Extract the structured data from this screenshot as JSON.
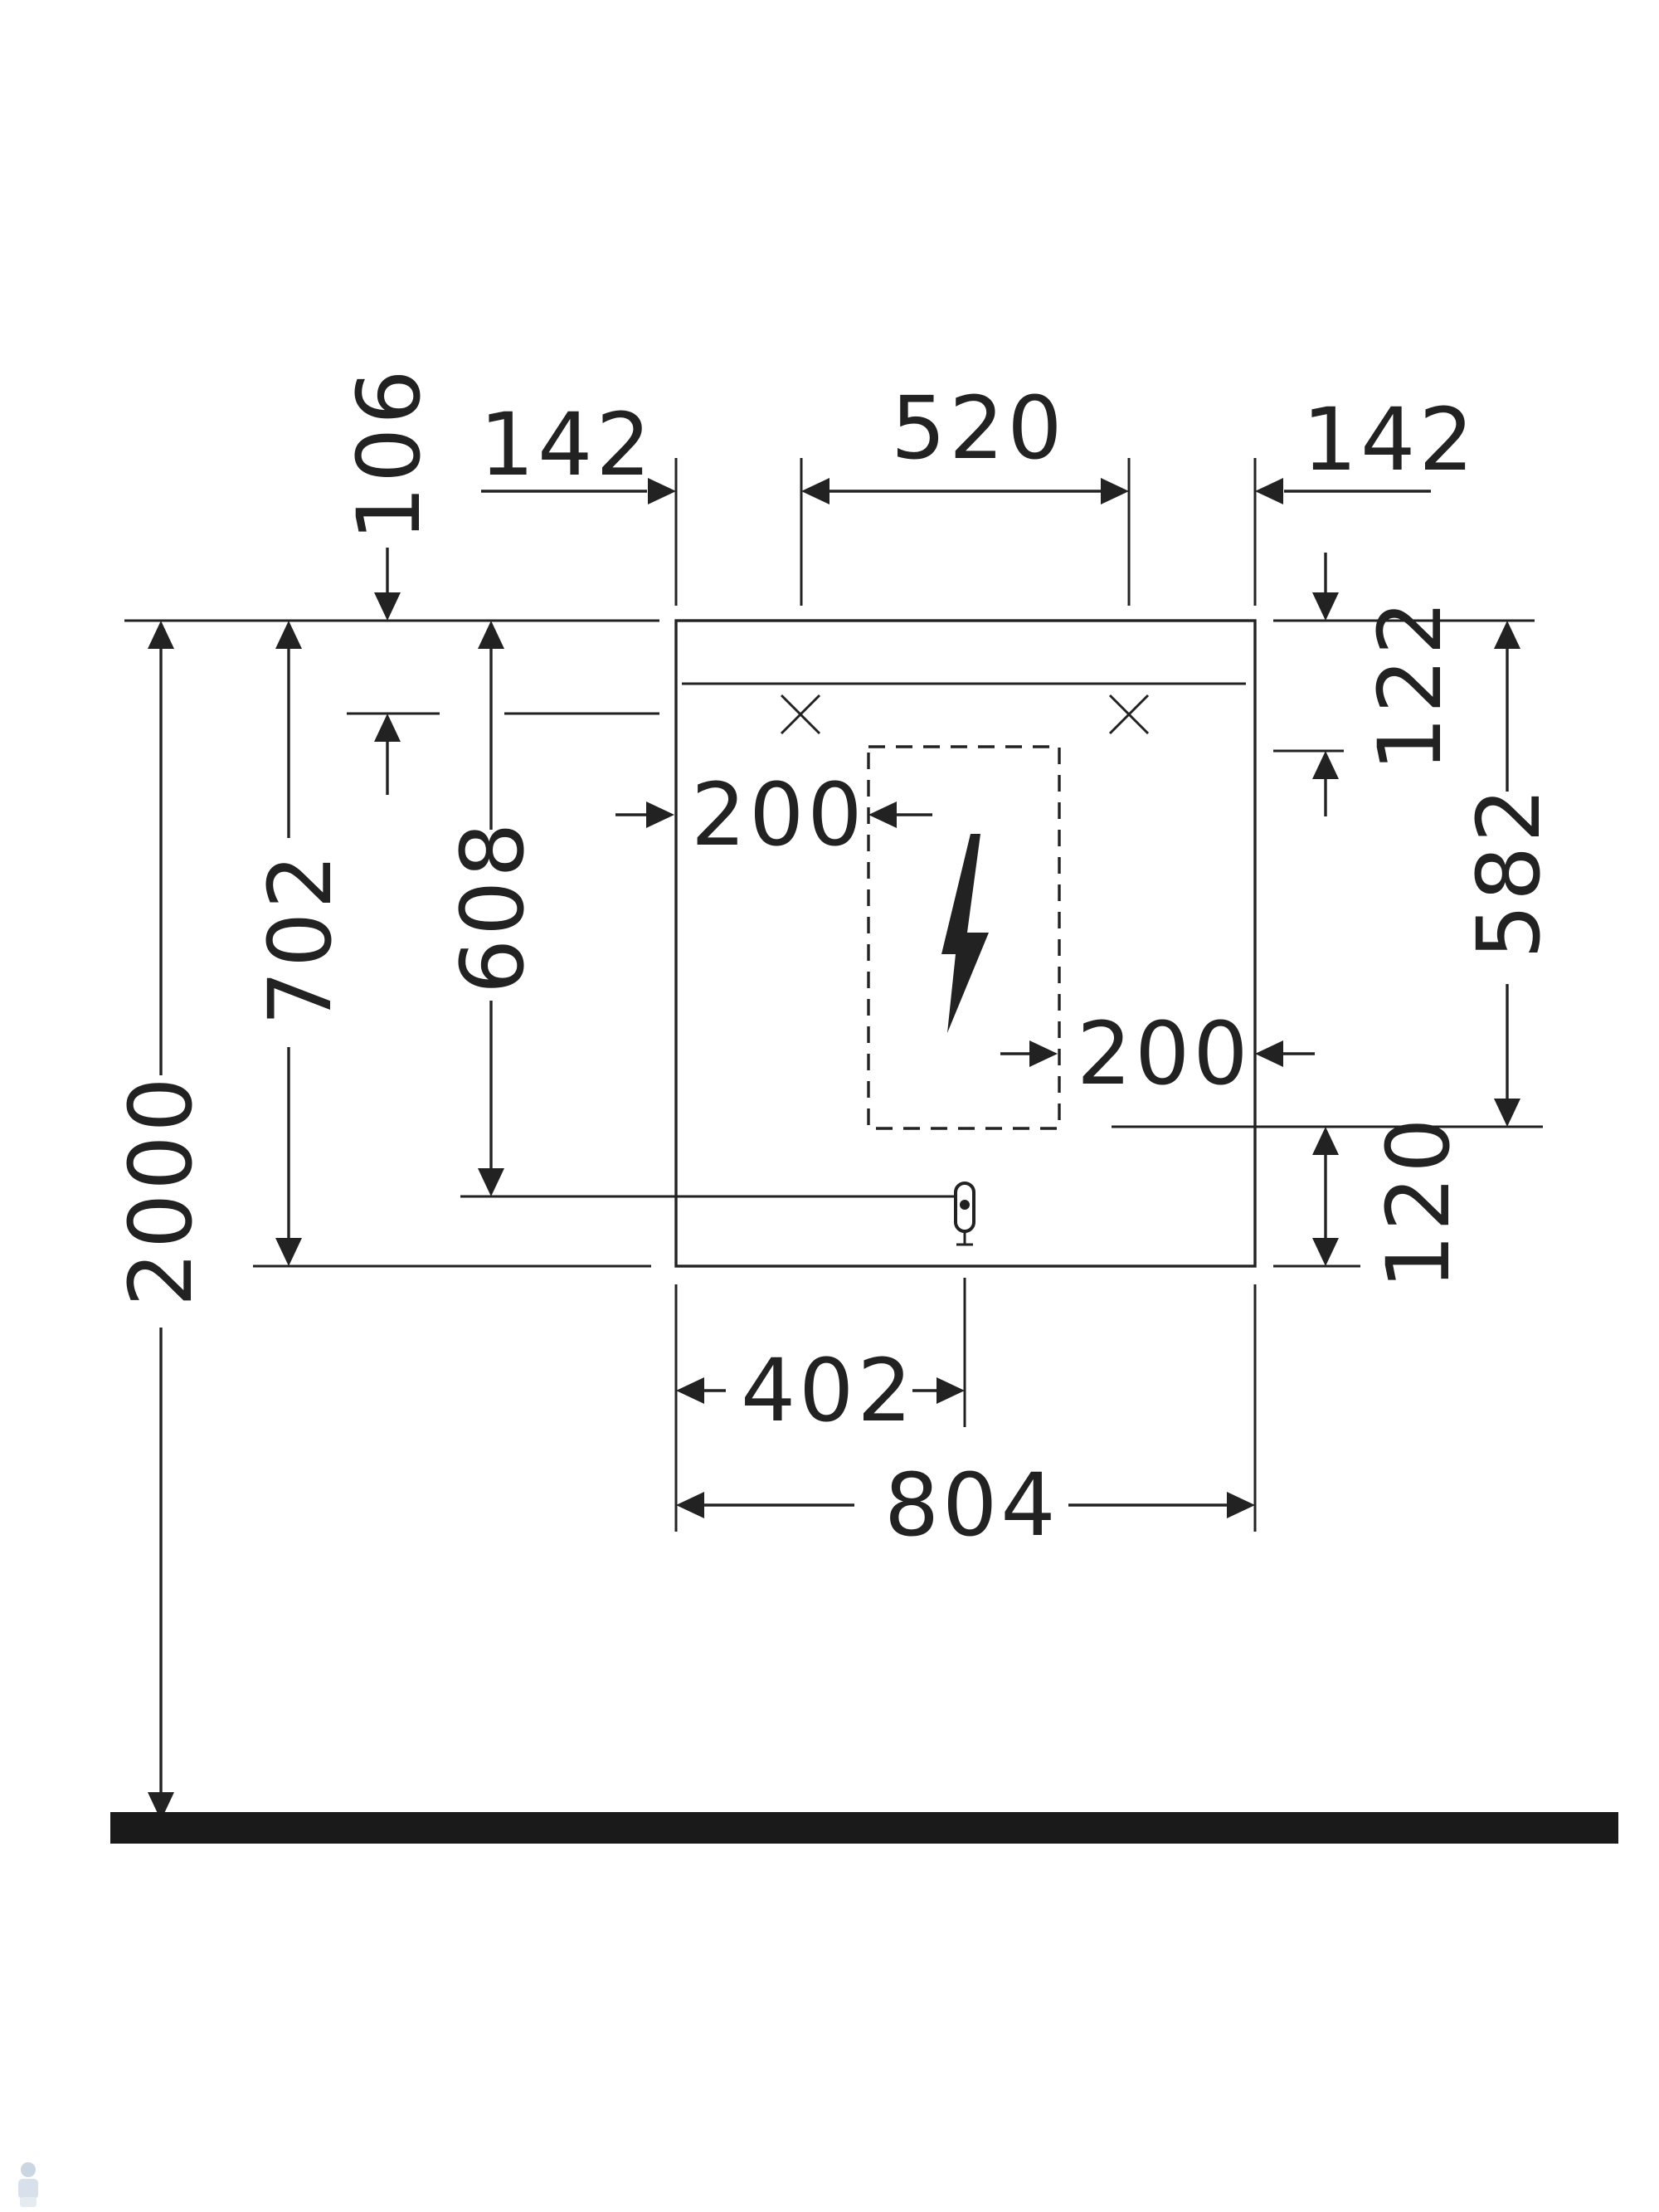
{
  "drawing": {
    "dimensions": {
      "top_left_clearance": "142",
      "top_center_span": "520",
      "top_right_clearance": "142",
      "top_offset": "106",
      "upper_right_offset": "122",
      "left_total_height": "2000",
      "left_mirror_height": "702",
      "left_outlet_height": "608",
      "right_box_height": "582",
      "right_bottom_offset": "120",
      "box_left_margin": "200",
      "box_right_margin": "200",
      "bottom_half_width": "402",
      "bottom_total_width": "804"
    },
    "colors": {
      "line": "#222222",
      "floor": "#1a1a1a",
      "background": "#ffffff"
    }
  }
}
